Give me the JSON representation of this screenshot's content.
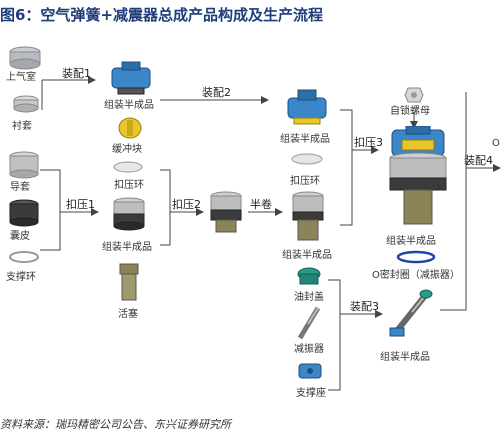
{
  "title": "图6：空气弹簧+减震器总成产品构成及生产流程",
  "source": "资料来源：瑞玛精密公司公告、东兴证券研究所",
  "steps": {
    "assembly1": "装配1",
    "assembly2": "装配2",
    "assembly3": "装配3",
    "assembly4": "装配4",
    "press1": "扣压1",
    "press2": "扣压2",
    "press3": "扣压3",
    "half_roll": "半卷"
  },
  "parts": {
    "upper_chamber": "上气室",
    "liner": "衬套",
    "guide_sleeve": "导套",
    "bladder": "囊皮",
    "support_ring": "支撑环",
    "subassembly_1": "组装半成品",
    "buffer_block": "缓冲块",
    "crimp_ring_1": "扣压环",
    "subassembly_2": "组装半成品",
    "piston": "活塞",
    "subassembly_3": "组装半成品",
    "crimp_ring_2": "扣压环",
    "subassembly_4": "组装半成品",
    "oil_seal_cap": "油封盖",
    "damper": "减振器",
    "support_seat": "支撑座",
    "self_lock_nut": "自锁螺母",
    "subassembly_5": "组装半成品",
    "o_ring": "O密封圈（减振器）",
    "subassembly_6": "组装半成品",
    "o_partial": "O"
  },
  "colors": {
    "arrow": "#444444",
    "metal": "#b8bcc2",
    "blue_part": "#3a86c8",
    "yellow_part": "#e8c62a",
    "rubber": "#3b3b3b",
    "bronze": "#8a8458",
    "teal": "#2a9a8a",
    "o_ring": "#2244aa"
  }
}
